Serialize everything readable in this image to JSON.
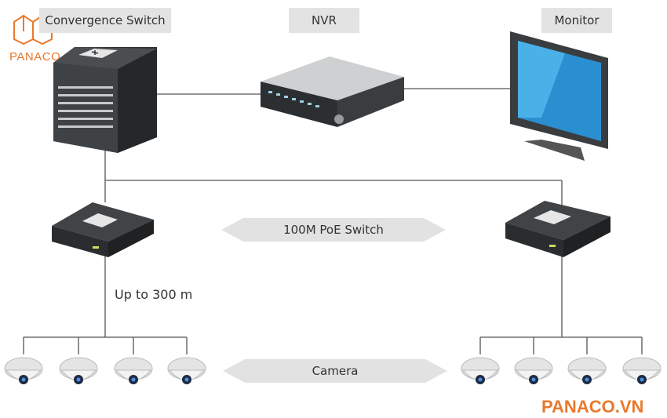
{
  "labels": {
    "convergence_switch": "Convergence Switch",
    "nvr": "NVR",
    "monitor": "Monitor",
    "poe_switch": "100M PoE Switch",
    "camera": "Camera",
    "distance": "Up to 300 m"
  },
  "branding": {
    "logo_text": "PANACO",
    "footer_url": "PANACO.VN",
    "accent_color": "#e8792c"
  }
}
